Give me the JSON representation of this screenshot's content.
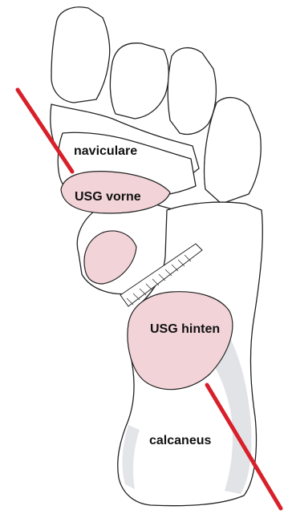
{
  "labels": {
    "navicular": "naviculare",
    "usg_front": "USG vorne",
    "usg_back": "USG hinten",
    "calcaneus": "calcaneus"
  },
  "colors": {
    "outline": "#222222",
    "joint_surface": "#f2d3d8",
    "cut_line": "#d8202a",
    "shading": "#c8ccd4"
  }
}
